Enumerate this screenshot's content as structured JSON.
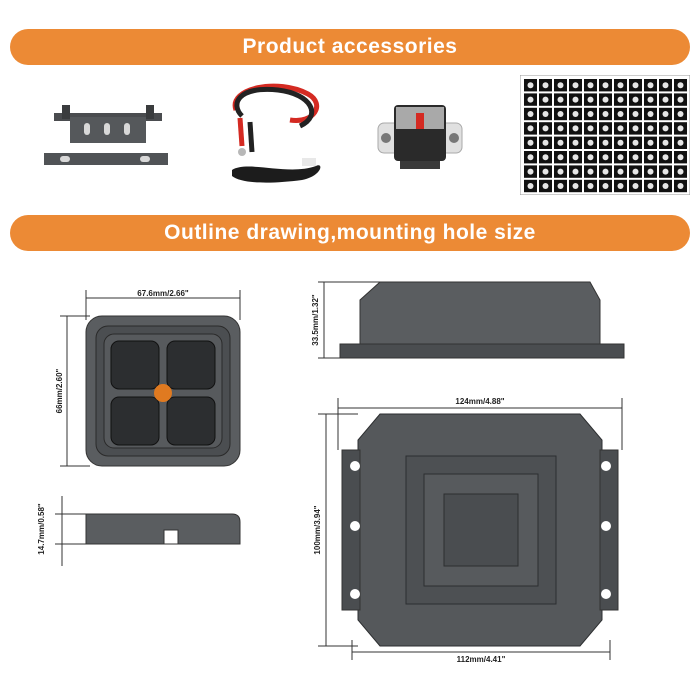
{
  "banners": {
    "accessories": "Product accessories",
    "outline": "Outline drawing,mounting hole size"
  },
  "accessories": [
    {
      "icon": "mounting-bracket-icon"
    },
    {
      "icon": "power-cable-icon"
    },
    {
      "icon": "circuit-breaker-icon"
    },
    {
      "icon": "label-sticker-sheet-icon"
    }
  ],
  "dimensions": {
    "panel_width": "67.6mm/2.66\"",
    "panel_height": "66mm/2.60\"",
    "panel_depth": "14.7mm/0.58\"",
    "box_height": "33.5mm/1.32\"",
    "box_width_top": "124mm/4.88\"",
    "box_depth": "100mm/3.94\"",
    "box_width_bottom": "112mm/4.41\""
  },
  "colors": {
    "banner": "#ec8a35",
    "device": "#5a5d60",
    "device_dark": "#2c2e30",
    "logo": "#e07a20"
  }
}
